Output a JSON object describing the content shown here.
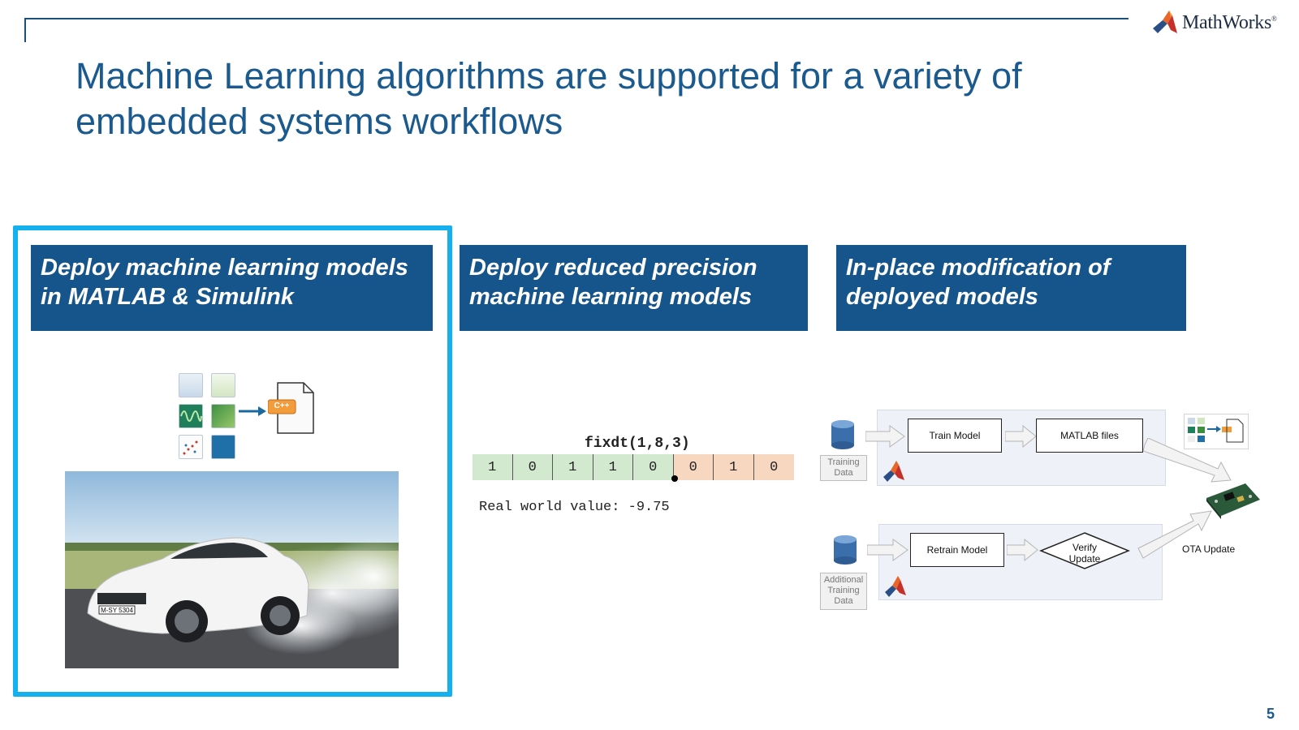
{
  "header": {
    "logo_text": "MathWorks",
    "logo_registered": "®"
  },
  "title": {
    "line1": "Machine Learning algorithms are supported for a variety of",
    "line2": "embedded systems workflows"
  },
  "panels": [
    {
      "line1": "Deploy machine learning models",
      "line2": "in MATLAB & Simulink",
      "highlighted": true
    },
    {
      "line1": "Deploy reduced precision",
      "line2": "machine learning models",
      "highlighted": false
    },
    {
      "line1": "In-place modification of",
      "line2": "deployed models",
      "highlighted": false
    }
  ],
  "fixed_point": {
    "type_label": "fixdt(1,8,3)",
    "bits": [
      "1",
      "0",
      "1",
      "1",
      "0",
      "0",
      "1",
      "0"
    ],
    "real_world_text": "Real world value: -9.75"
  },
  "code_icon_text": "C++",
  "car_plate": "M-SY 5304",
  "diagram": {
    "train_model": "Train Model",
    "matlab_files": "MATLAB files",
    "retrain_model": "Retrain Model",
    "verify_update_line1": "Verify",
    "verify_update_line2": "Update",
    "training_data_line1": "Training",
    "training_data_line2": "Data",
    "additional_line1": "Additional",
    "additional_line2": "Training",
    "additional_line3": "Data",
    "ota_update": "OTA Update"
  },
  "page_number": "5",
  "colors": {
    "title_blue": "#1a5a8f",
    "panel_blue": "#16558b",
    "highlight_cyan": "#15b1ee"
  }
}
